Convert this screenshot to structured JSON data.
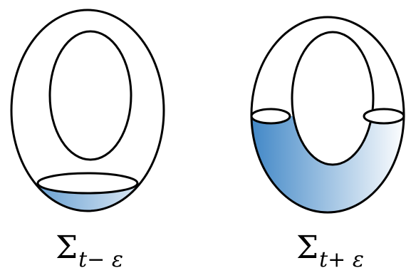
{
  "diagram": {
    "panels": [
      {
        "id": "left",
        "symbol": "Σ",
        "subscript": "t− ε"
      },
      {
        "id": "right",
        "symbol": "Σ",
        "subscript": "t+ ε"
      }
    ],
    "colors": {
      "outline": "#000000",
      "shade_dark": "#3f86c6",
      "shade_light": "#ffffff",
      "background": "#ffffff"
    }
  }
}
